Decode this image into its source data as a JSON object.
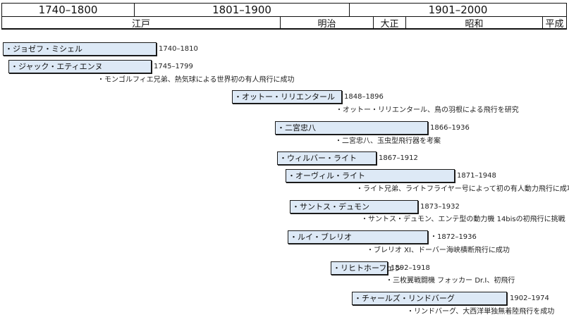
{
  "centuries": [
    "1740–1800",
    "1801–1900",
    "1901–2000"
  ],
  "eras": [
    "江戸",
    "明治",
    "大正",
    "昭和",
    "平成"
  ],
  "people": [
    {
      "name": "・ジョゼフ・ミシェル",
      "years": "1740–1810",
      "note": ""
    },
    {
      "name": "・ジャック・エティエンヌ",
      "years": "1745–1799",
      "note": "・モンゴルフィエ兄弟、熱気球による世界初の有人飛行に成功"
    },
    {
      "name": "・オットー・リリエンタール",
      "years": "1848–1896",
      "note": "・オットー・リリエンタール、鳥の羽根による飛行を研究"
    },
    {
      "name": "・二宮忠八",
      "years": "1866–1936",
      "note": "・二宮忠八、玉虫型飛行器を考案"
    },
    {
      "name": "・ウィルバー・ライト",
      "years": "1867–1912",
      "note": ""
    },
    {
      "name": "・オーヴィル・ライト",
      "years": "1871–1948",
      "note": "・ライト兄弟、ライトフライヤー号によって初の有人動力飛行に成功"
    },
    {
      "name": "・サントス・デュモン",
      "years": "1873–1932",
      "note": "・サントス・デュモン、エンテ型の動力機 14bisの初飛行に挑戦"
    },
    {
      "name": "・ルイ・ブレリオ",
      "years": "・1872–1936",
      "note": "・ブレリオ XI、ドーバー海峡横断飛行に成功"
    },
    {
      "name": "・リヒトホーフェン",
      "years": "1892–1918",
      "note": "・三枚翼戦闘機 フォッカー Dr.I、初飛行"
    },
    {
      "name": "・チャールズ・リンドバーグ",
      "years": "1902–1974",
      "note": "・リンドバーグ、大西洋単独無着陸飛行を成功"
    }
  ]
}
